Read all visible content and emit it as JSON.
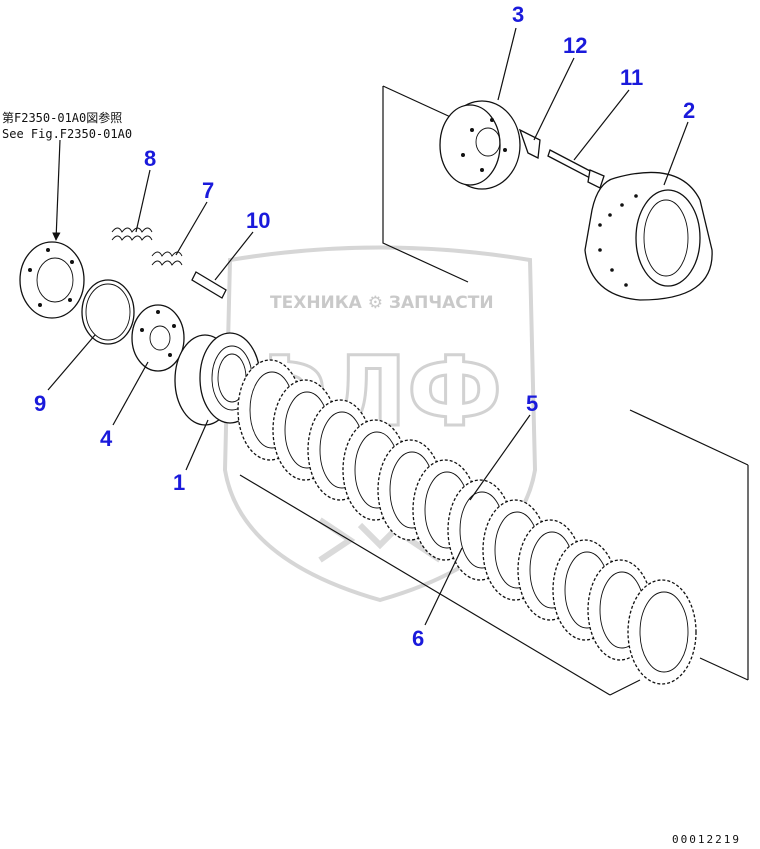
{
  "diagram": {
    "reference_jp": "第F2350-01A0図参照",
    "reference_en": "See Fig.F2350-01A0",
    "drawing_code": "00012219",
    "watermark_text": "ТЕХНИКА ⚙ ЗАПЧАСТИ",
    "watermark_letters": "ФЛФ",
    "label_color": "#1a1adb",
    "callouts": [
      {
        "id": "3",
        "label": "3"
      },
      {
        "id": "12",
        "label": "12"
      },
      {
        "id": "11",
        "label": "11"
      },
      {
        "id": "2",
        "label": "2"
      },
      {
        "id": "8",
        "label": "8"
      },
      {
        "id": "7",
        "label": "7"
      },
      {
        "id": "10",
        "label": "10"
      },
      {
        "id": "9",
        "label": "9"
      },
      {
        "id": "4",
        "label": "4"
      },
      {
        "id": "1",
        "label": "1"
      },
      {
        "id": "5",
        "label": "5"
      },
      {
        "id": "6",
        "label": "6"
      }
    ]
  }
}
